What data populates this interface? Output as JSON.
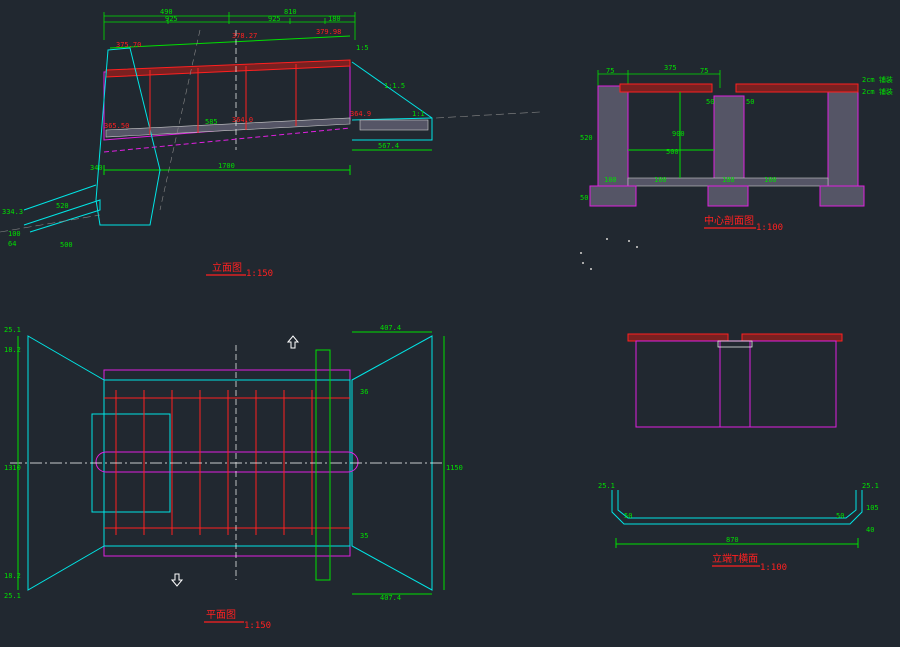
{
  "colors": {
    "background": "#212830",
    "dimension": "#00e000",
    "structure": "#00e5e5",
    "magenta": "#e020e0",
    "red": "#ff2020",
    "white": "#ffffff",
    "yellow": "#ffff00"
  },
  "elevation": {
    "title": "立面图",
    "scale": "1:150",
    "top_dims": [
      "490",
      "810",
      "925",
      "925",
      "180"
    ],
    "levels": [
      "375.70",
      "378.27",
      "379.98",
      "365.50",
      "364.0",
      "364.9"
    ],
    "labels": [
      "1700",
      "567.4",
      "500",
      "585",
      "520",
      "340",
      "1:5",
      "1:1.5",
      "1:1"
    ],
    "left_dims": [
      "334.3",
      "100",
      "64"
    ]
  },
  "section_center": {
    "title": "中心剖面图",
    "scale": "1:100",
    "top_dims": [
      "75",
      "375",
      "75"
    ],
    "labels": [
      "520",
      "900",
      "500",
      "100",
      "100",
      "100",
      "100",
      "50",
      "50",
      "50"
    ],
    "notes": [
      "2cm 铺装",
      "2cm 铺装"
    ]
  },
  "plan": {
    "title": "平面图",
    "scale": "1:150",
    "dims": [
      "407.4",
      "407.4",
      "1150",
      "1310",
      "18.2",
      "18.2",
      "25.1",
      "25.1",
      "36",
      "35"
    ]
  },
  "section_end": {
    "title": "立端T横面",
    "scale": "1:100",
    "dims": [
      "25.1",
      "25.1",
      "50",
      "50",
      "870",
      "105",
      "40"
    ]
  }
}
